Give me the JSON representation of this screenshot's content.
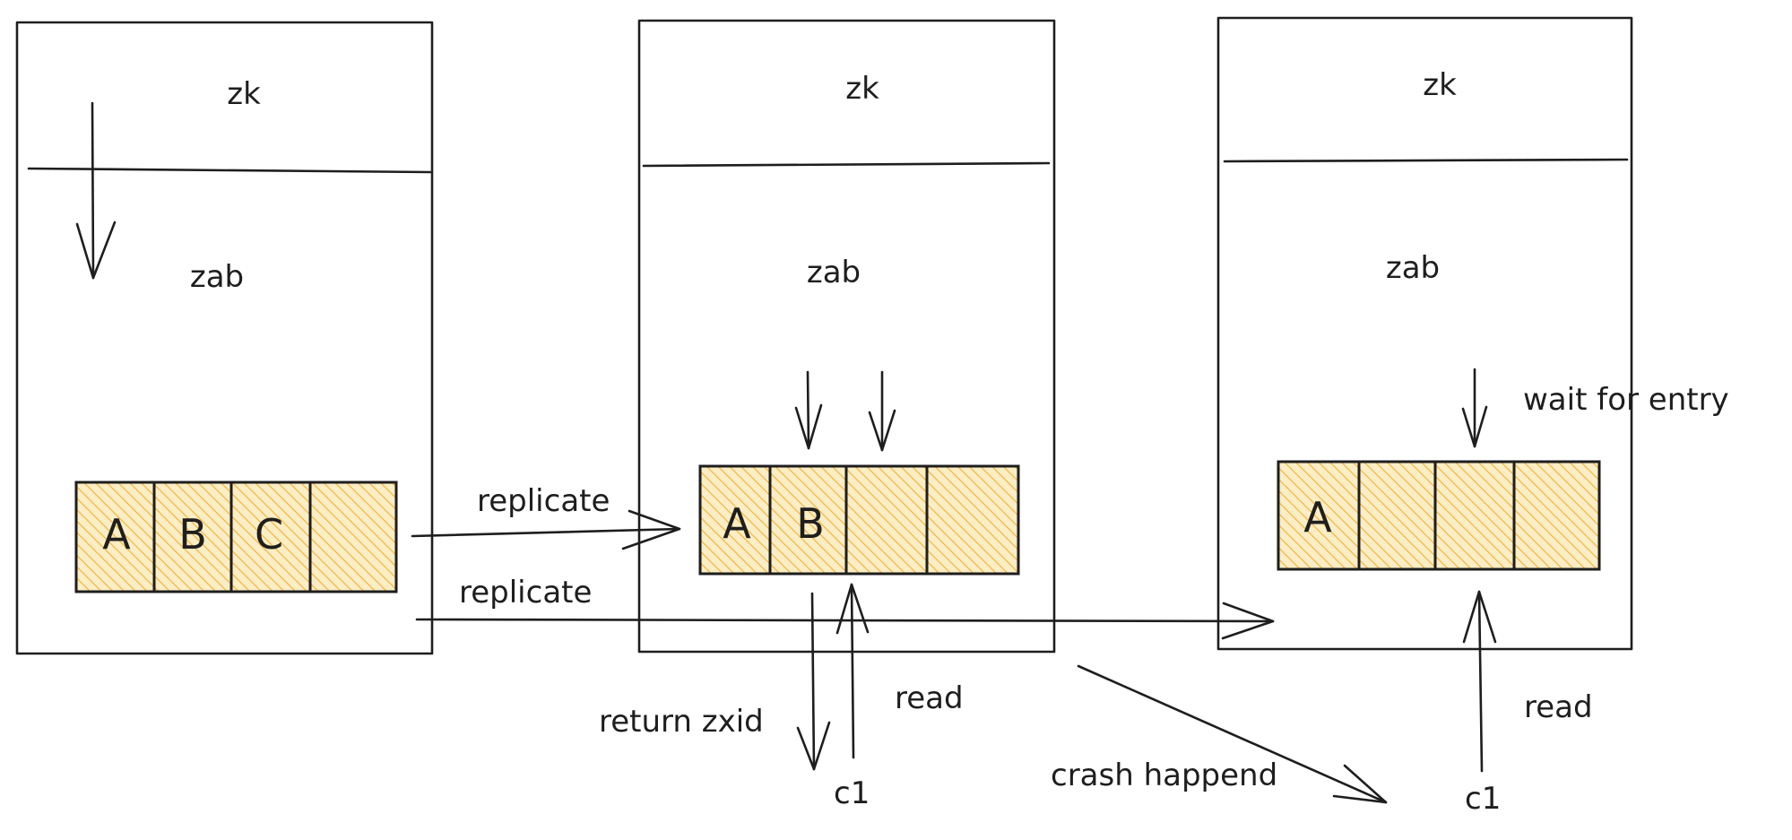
{
  "servers": [
    {
      "zk_label": "zk",
      "zab_label": "zab",
      "log_cells": [
        "A",
        "B",
        "C",
        ""
      ]
    },
    {
      "zk_label": "zk",
      "zab_label": "zab",
      "log_cells": [
        "A",
        "B",
        "",
        ""
      ]
    },
    {
      "zk_label": "zk",
      "zab_label": "zab",
      "log_cells": [
        "A",
        "",
        "",
        ""
      ]
    }
  ],
  "arrows": {
    "replicate_to_s2": "replicate",
    "replicate_to_s3": "replicate",
    "return_zxid": "return zxid",
    "read_s2": "read",
    "read_s3": "read",
    "crash": "crash happend",
    "wait": "wait for entry"
  },
  "clients": {
    "c1_s2": "c1",
    "c1_s3": "c1"
  },
  "colors": {
    "cell_fill": "#f8e6b0",
    "hatch": "#f2b134",
    "stroke": "#1e1e1e"
  }
}
